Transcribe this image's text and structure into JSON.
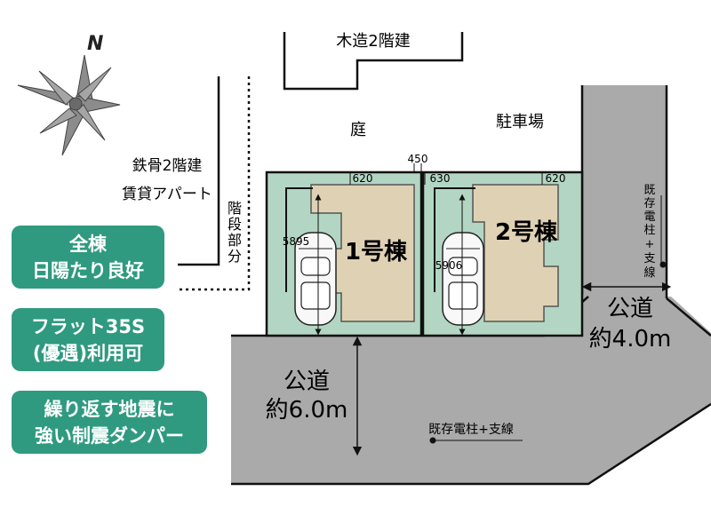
{
  "compass": {
    "north_label": "N"
  },
  "neighbors": {
    "wooden_house": "木造2階建",
    "garden": "庭",
    "parking": "駐車場",
    "apartment_line1": "鉄骨2階建",
    "apartment_line2": "賃貸アパート",
    "stairs_v": [
      "階",
      "段",
      "部",
      "分"
    ]
  },
  "lots": {
    "building1": "1号棟",
    "building2": "2号棟",
    "dim_top_450": "450",
    "dim_620_a": "620",
    "dim_630": "630",
    "dim_620_b": "620",
    "depth1": "5895",
    "depth2": "5906"
  },
  "roads": {
    "main_label": "公道",
    "main_width": "約6.0m",
    "side_label": "公道",
    "side_width": "約4.0m",
    "pole_bottom": "既存電柱+支線",
    "pole_right_v": [
      "既",
      "存",
      "電",
      "柱",
      "+",
      "支",
      "線"
    ]
  },
  "badges": [
    {
      "lines": [
        "全棟",
        "日陽たり良好"
      ]
    },
    {
      "lines": [
        "フラット35S",
        "(優遇)利用可"
      ]
    },
    {
      "lines": [
        "繰り返す地震に",
        "強い制震ダンパー"
      ]
    }
  ],
  "colors": {
    "lot_green": "#b2d6c3",
    "building_beige": "#dfd2b4",
    "road_gray": "#aaaaaa",
    "badge_green": "#2f9a80",
    "compass_gray": "#8c8c8c"
  }
}
